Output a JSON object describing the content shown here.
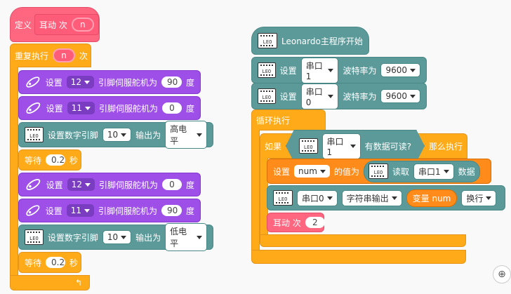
{
  "left": {
    "define_label": "定义",
    "define_name": "耳动 次",
    "define_param": "n",
    "repeat_label": "重复执行",
    "repeat_param": "n",
    "repeat_suffix": "次",
    "set_label": "设置",
    "servo_mid": "引脚伺服舵机为",
    "deg": "度",
    "servo1": {
      "pin": "12",
      "angle": "90"
    },
    "servo2": {
      "pin": "11",
      "angle": "0"
    },
    "digital_label": "设置数字引脚",
    "digital_mid": "输出为",
    "digital1": {
      "pin": "10",
      "level": "高电平"
    },
    "wait_label": "等待",
    "wait_value": "0.2",
    "wait_unit": "秒",
    "servo3": {
      "pin": "12",
      "angle": "0"
    },
    "servo4": {
      "pin": "11",
      "angle": "90"
    },
    "digital2": {
      "pin": "10",
      "level": "低电平"
    },
    "wait2_value": "0.2"
  },
  "right": {
    "start_label": "Leonardo主程序开始",
    "set_label": "设置",
    "baud_label": "波特率为",
    "serial1": {
      "port": "串口1",
      "baud": "9600"
    },
    "serial0": {
      "port": "串口0",
      "baud": "9600"
    },
    "loop_label": "循环执行",
    "if_label": "如果",
    "if_port": "串口1",
    "if_cond": "有数据可读?",
    "then_label": "那么执行",
    "var_name": "num",
    "value_label": "的值为",
    "read_label": "读取",
    "read_port": "串口1",
    "read_suffix": "数据",
    "out_port": "串口0",
    "out_mode": "字符串输出",
    "var_block": "变量 num",
    "newline": "换行",
    "call_name": "耳动 次",
    "call_arg": "2"
  },
  "icons": {
    "leo_text": "LEO",
    "zoom": "zoom-in-icon"
  }
}
